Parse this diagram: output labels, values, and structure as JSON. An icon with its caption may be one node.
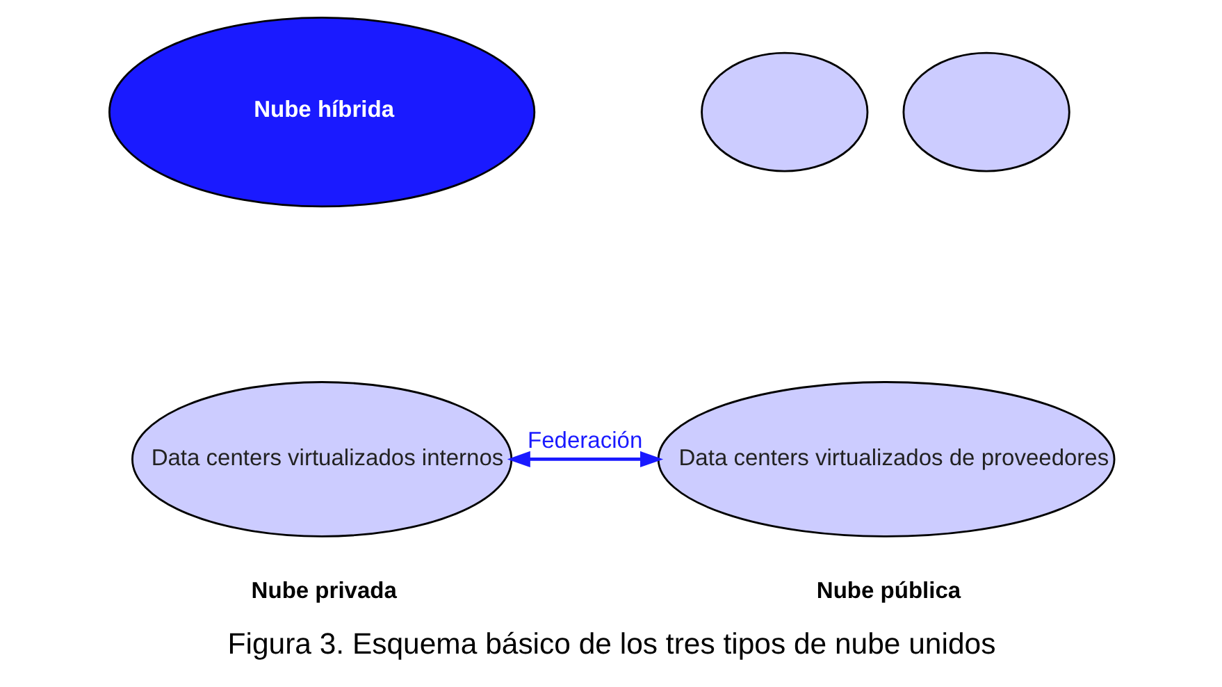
{
  "diagram": {
    "caption": "Figura 3. Esquema básico de los tres tipos de nube unidos",
    "nodes": [
      {
        "text": [
          "Nube híbrida"
        ]
      },
      {
        "text": [
          "Data centers virtualizados internos"
        ],
        "beside": [
          "Nube privada"
        ]
      },
      {
        "text": [],
        "shape": "cloud"
      },
      {
        "text": [],
        "shape": "cloud"
      },
      {
        "text": [
          "Data centers virtualizados de proveedores"
        ],
        "beside": [
          "Nube pública"
        ]
      }
    ],
    "edges": [
      {
        "from": 1,
        "to": 4,
        "arrow": "both",
        "label": "Federación"
      }
    ]
  }
}
